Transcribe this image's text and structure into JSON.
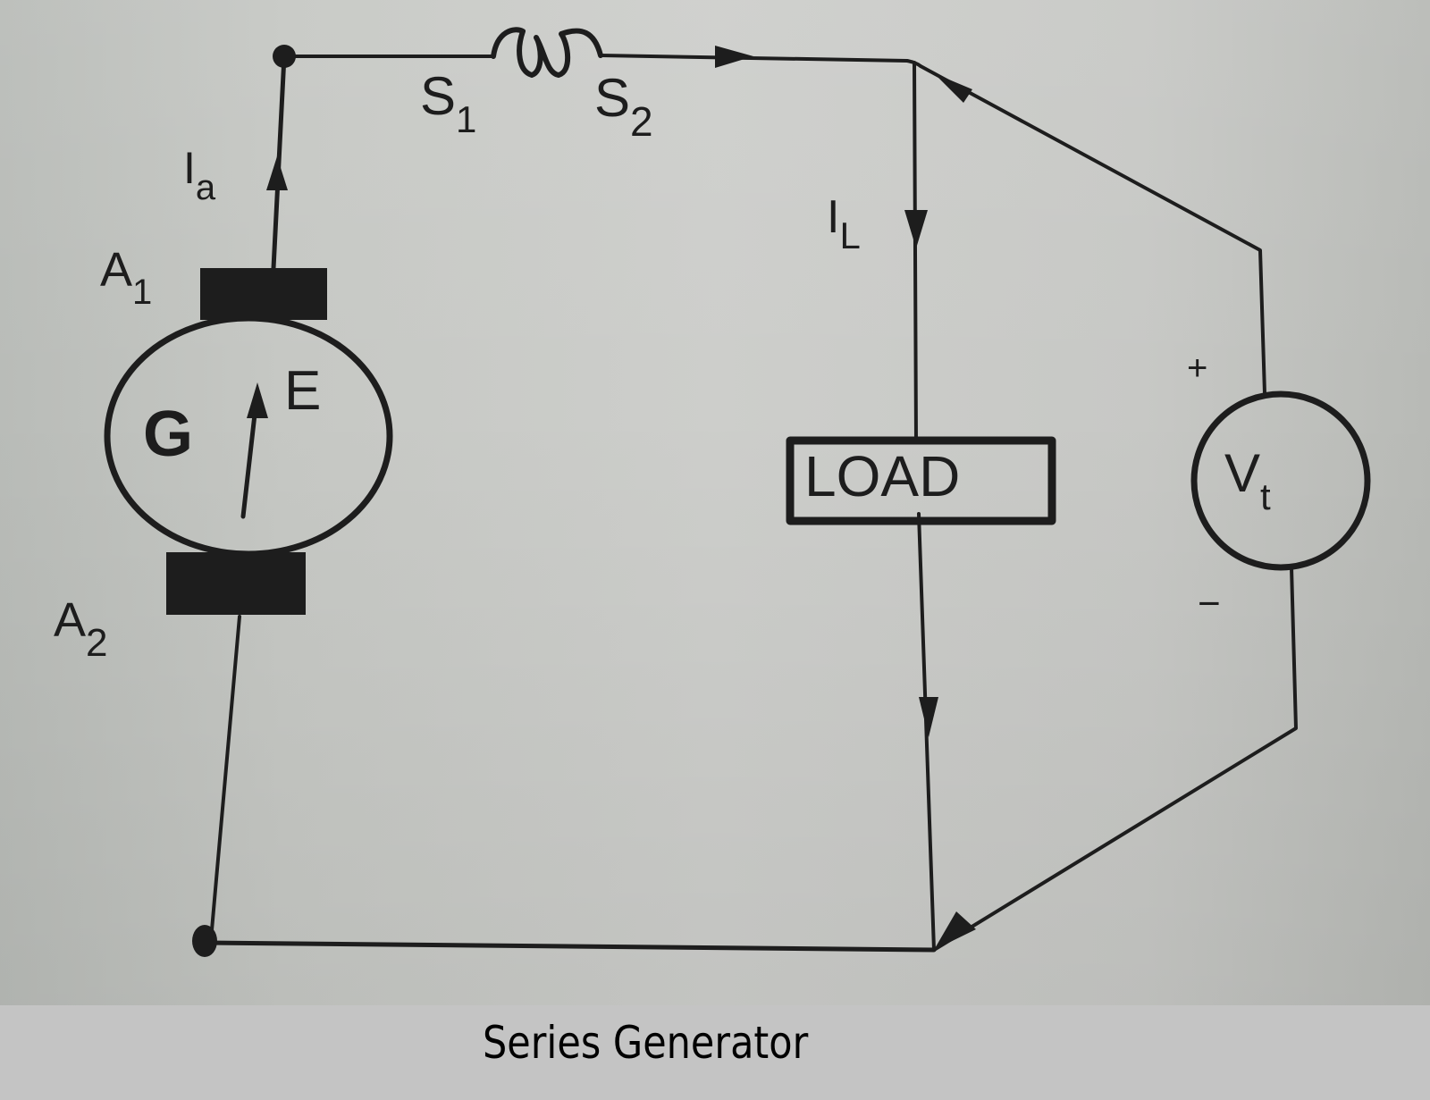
{
  "figure": {
    "title": "Series Generator",
    "background_color": "#c9cac7",
    "caption_bar_color": "#c4c4c4",
    "ink_color": "#1d1d1d"
  },
  "components": {
    "generator": {
      "label": "G",
      "emf_label": "E"
    },
    "armature_terminal_top": {
      "label": "A",
      "subscript": "1"
    },
    "armature_terminal_bottom": {
      "label": "A",
      "subscript": "2"
    },
    "armature_current": {
      "label": "I",
      "subscript": "a"
    },
    "series_field": {
      "terminal_start": {
        "label": "S",
        "subscript": "1"
      },
      "terminal_end": {
        "label": "S",
        "subscript": "2"
      }
    },
    "load_current": {
      "label": "I",
      "subscript": "L"
    },
    "load": {
      "label": "LOAD"
    },
    "voltmeter": {
      "label": "V",
      "subscript": "t",
      "positive": "+",
      "negative": "−"
    }
  }
}
